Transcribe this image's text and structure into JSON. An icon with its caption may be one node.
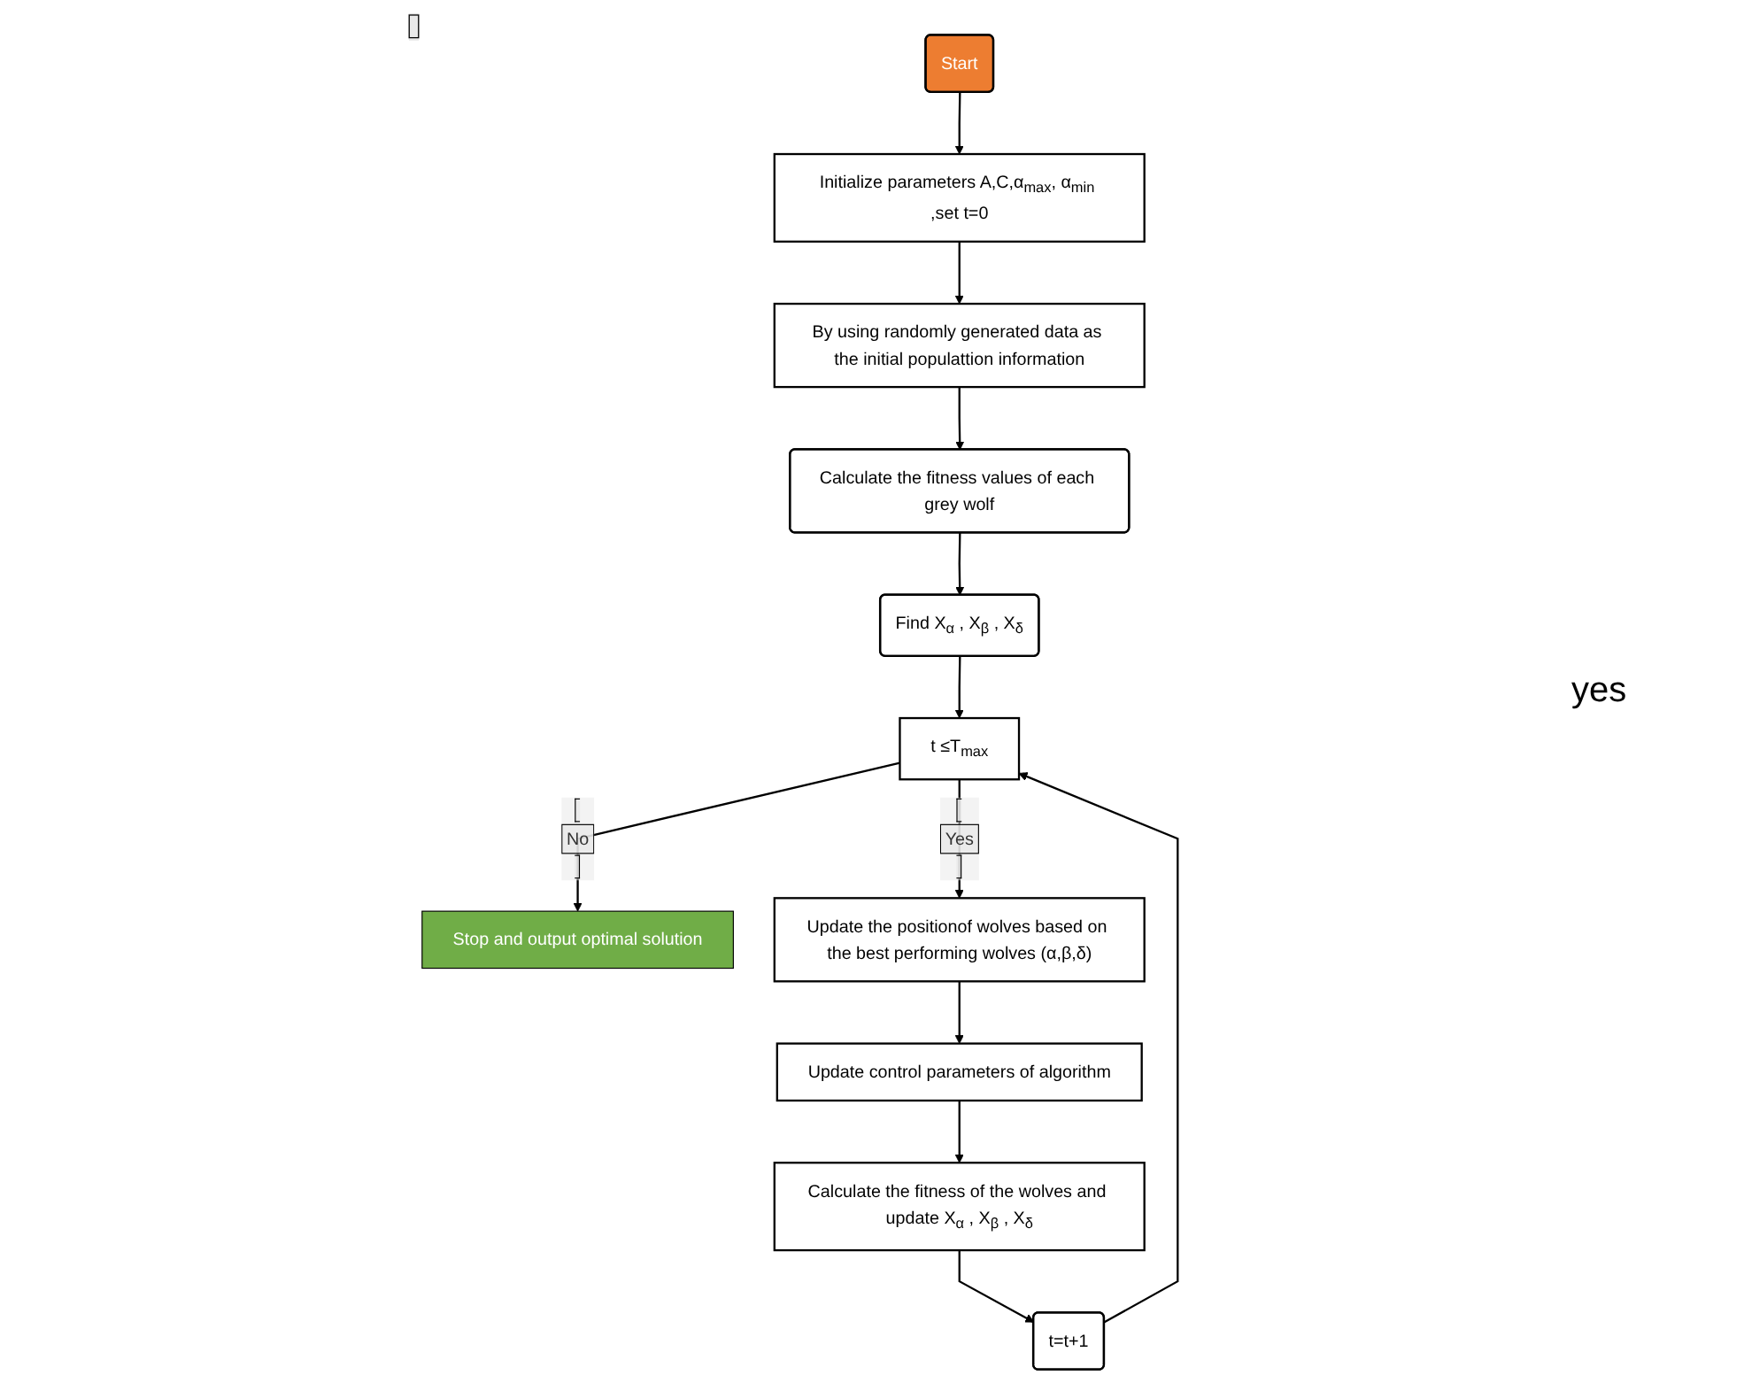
{
  "diagram": {
    "nodes": [
      {
        "text": [
          "Start"
        ]
      },
      {
        "text": [
          "Initialize parameters A,C,α$_{max}$, α$_{min}$ ,set t=0"
        ]
      },
      {
        "text": [
          "By using randomly generated data as the initial populattion information"
        ]
      },
      {
        "text": [
          "Calculate the fitness values of each grey wolf"
        ]
      },
      {
        "text": [
          "Find X$_{α}$ , X$_{β}$ , X$_{δ}$"
        ]
      },
      {
        "text": [
          "t ≤T$_{max}$"
        ]
      },
      {
        "text": [
          "Stop and output optimal solution"
        ]
      },
      {
        "text": [
          "Update the positionof wolves based on the best performing wolves (α,β,δ)"
        ]
      },
      {
        "text": [
          "Update control parameters of algorithm"
        ]
      },
      {
        "text": [
          "Calculate the fitness of the wolves and update X$_{α}$ , X$_{β}$ , X$_{δ}$"
        ]
      },
      {
        "text": [
          "t=t+1"
        ]
      }
    ],
    "edges": [
      {
        "from": 0,
        "to": 1,
        "arrow": "to"
      },
      {
        "from": 1,
        "to": 2,
        "arrow": "to"
      },
      {
        "from": 2,
        "to": 3,
        "arrow": "to"
      },
      {
        "from": 3,
        "to": 4,
        "arrow": "to"
      },
      {
        "from": 4,
        "to": 5,
        "arrow": "to"
      },
      {
        "from": 10,
        "to": 5,
        "arrow": "to"
      },
      {
        "from": 5,
        "to": 6,
        "label": "No",
        "arrow": "to"
      },
      {
        "from": 5,
        "to": 7,
        "label": "Yes",
        "arrow": "to"
      },
      {
        "from": 7,
        "to": 8,
        "arrow": "to"
      },
      {
        "from": 8,
        "to": 9,
        "arrow": "to"
      },
      {
        "from": 9,
        "to": 10,
        "arrow": "to"
      }
    ],
    "labels": [
      "yes"
    ]
  }
}
